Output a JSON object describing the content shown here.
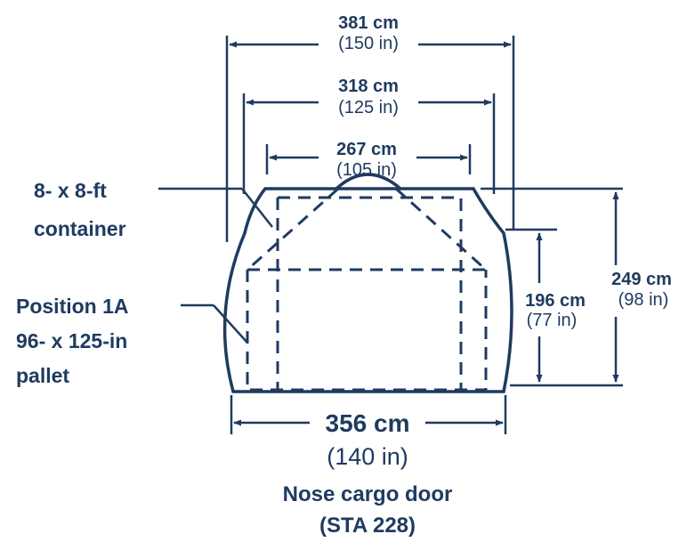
{
  "colors": {
    "ink": "#1f3b60",
    "background": "#ffffff"
  },
  "dimensions": {
    "width_381": {
      "metric": "381 cm",
      "imperial": "(150 in)"
    },
    "width_318": {
      "metric": "318 cm",
      "imperial": "(125 in)"
    },
    "width_267": {
      "metric": "267 cm",
      "imperial": "(105 in)"
    },
    "height_249": {
      "metric": "249 cm",
      "imperial": "(98 in)"
    },
    "height_196": {
      "metric": "196 cm",
      "imperial": "(77 in)"
    },
    "width_356": {
      "metric": "356 cm",
      "imperial": "(140 in)"
    }
  },
  "labels": {
    "container": [
      "8- x 8-ft",
      "container"
    ],
    "pallet": [
      "Position 1A",
      "96- x 125-in",
      "pallet"
    ]
  },
  "caption": [
    "Nose cargo door",
    "(STA 228)"
  ]
}
